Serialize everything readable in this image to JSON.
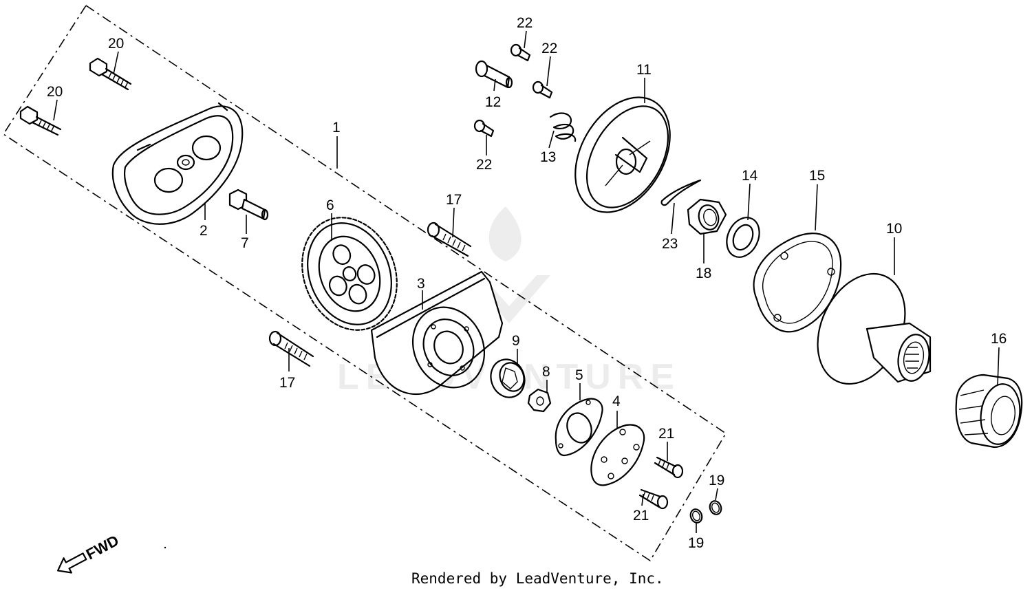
{
  "diagram": {
    "fwd_label": "FWD",
    "footer_text": "Rendered by LeadVenture, Inc.",
    "watermark_text": "LEADVENTURE",
    "callouts": {
      "c1": "1",
      "c2": "2",
      "c3": "3",
      "c4": "4",
      "c5": "5",
      "c6": "6",
      "c7": "7",
      "c8": "8",
      "c9": "9",
      "c10": "10",
      "c11": "11",
      "c12": "12",
      "c13": "13",
      "c14": "14",
      "c15": "15",
      "c16": "16",
      "c17a": "17",
      "c17b": "17",
      "c18": "18",
      "c19a": "19",
      "c19b": "19",
      "c20a": "20",
      "c20b": "20",
      "c21a": "21",
      "c21b": "21",
      "c22a": "22",
      "c22b": "22",
      "c22c": "22",
      "c23": "23"
    }
  }
}
